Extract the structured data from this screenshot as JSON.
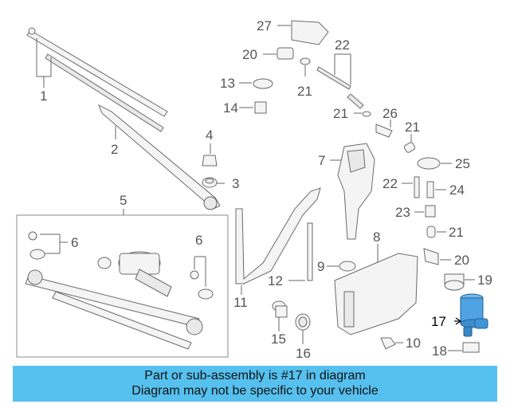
{
  "callouts": {
    "c1": "1",
    "c2": "2",
    "c3": "3",
    "c4": "4",
    "c5": "5",
    "c6a": "6",
    "c6b": "6",
    "c7": "7",
    "c8": "8",
    "c9": "9",
    "c10": "10",
    "c11": "11",
    "c12": "12",
    "c13": "13",
    "c14": "14",
    "c15": "15",
    "c16": "16",
    "c17": "17",
    "c18": "18",
    "c19": "19",
    "c20a": "20",
    "c20b": "20",
    "c21a": "21",
    "c21b": "21",
    "c21c": "21",
    "c21d": "21",
    "c22a": "22",
    "c22b": "22",
    "c23": "23",
    "c24": "24",
    "c25": "25",
    "c26": "26",
    "c27": "27"
  },
  "highlight": {
    "part": "17",
    "color": "#4fa3e3"
  },
  "banner": {
    "line1": "Part or sub-assembly is #17 in diagram",
    "line2": "Diagram may not be specific to your vehicle",
    "color": "#56c0ee"
  }
}
